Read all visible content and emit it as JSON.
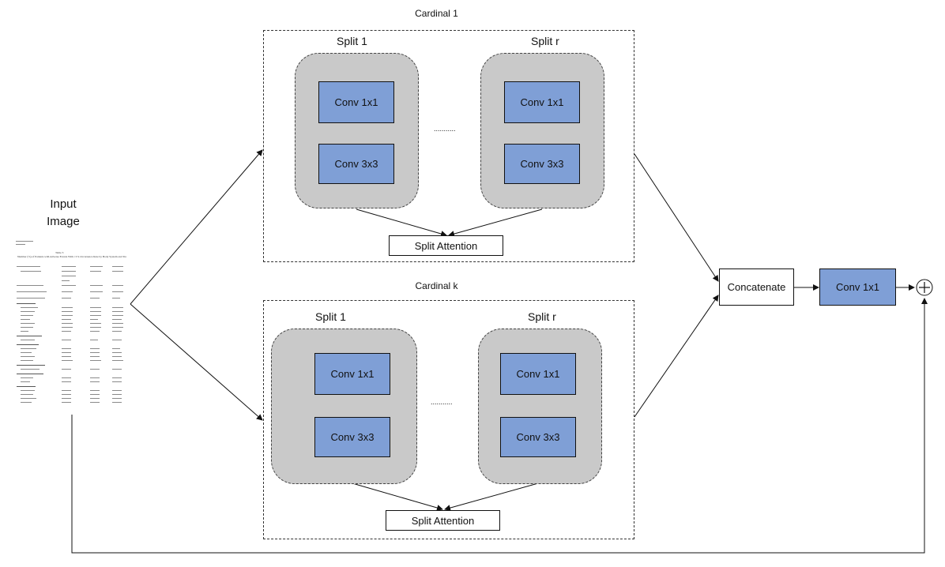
{
  "input": {
    "label_line1": "Input",
    "label_line2": "Image",
    "document_lines": [
      "Table 3",
      "Number (%) of Patients with Adverse Events With ≥1% Occurrence Rate by Body System and Treatment Group"
    ]
  },
  "cardinals": [
    {
      "title": "Cardinal 1",
      "splits": [
        {
          "label": "Split 1",
          "conv_top": "Conv 1x1",
          "conv_bottom": "Conv 3x3"
        },
        {
          "label": "Split r",
          "conv_top": "Conv 1x1",
          "conv_bottom": "Conv 3x3"
        }
      ],
      "ellipsis": "...........",
      "attention": "Split Attention"
    },
    {
      "title": "Cardinal k",
      "splits": [
        {
          "label": "Split 1",
          "conv_top": "Conv 1x1",
          "conv_bottom": "Conv 3x3"
        },
        {
          "label": "Split r",
          "conv_top": "Conv 1x1",
          "conv_bottom": "Conv 3x3"
        }
      ],
      "ellipsis": "...........",
      "attention": "Split Attention"
    }
  ],
  "concatenate": "Concatenate",
  "final_conv": "Conv 1x1",
  "add_symbol": "+"
}
